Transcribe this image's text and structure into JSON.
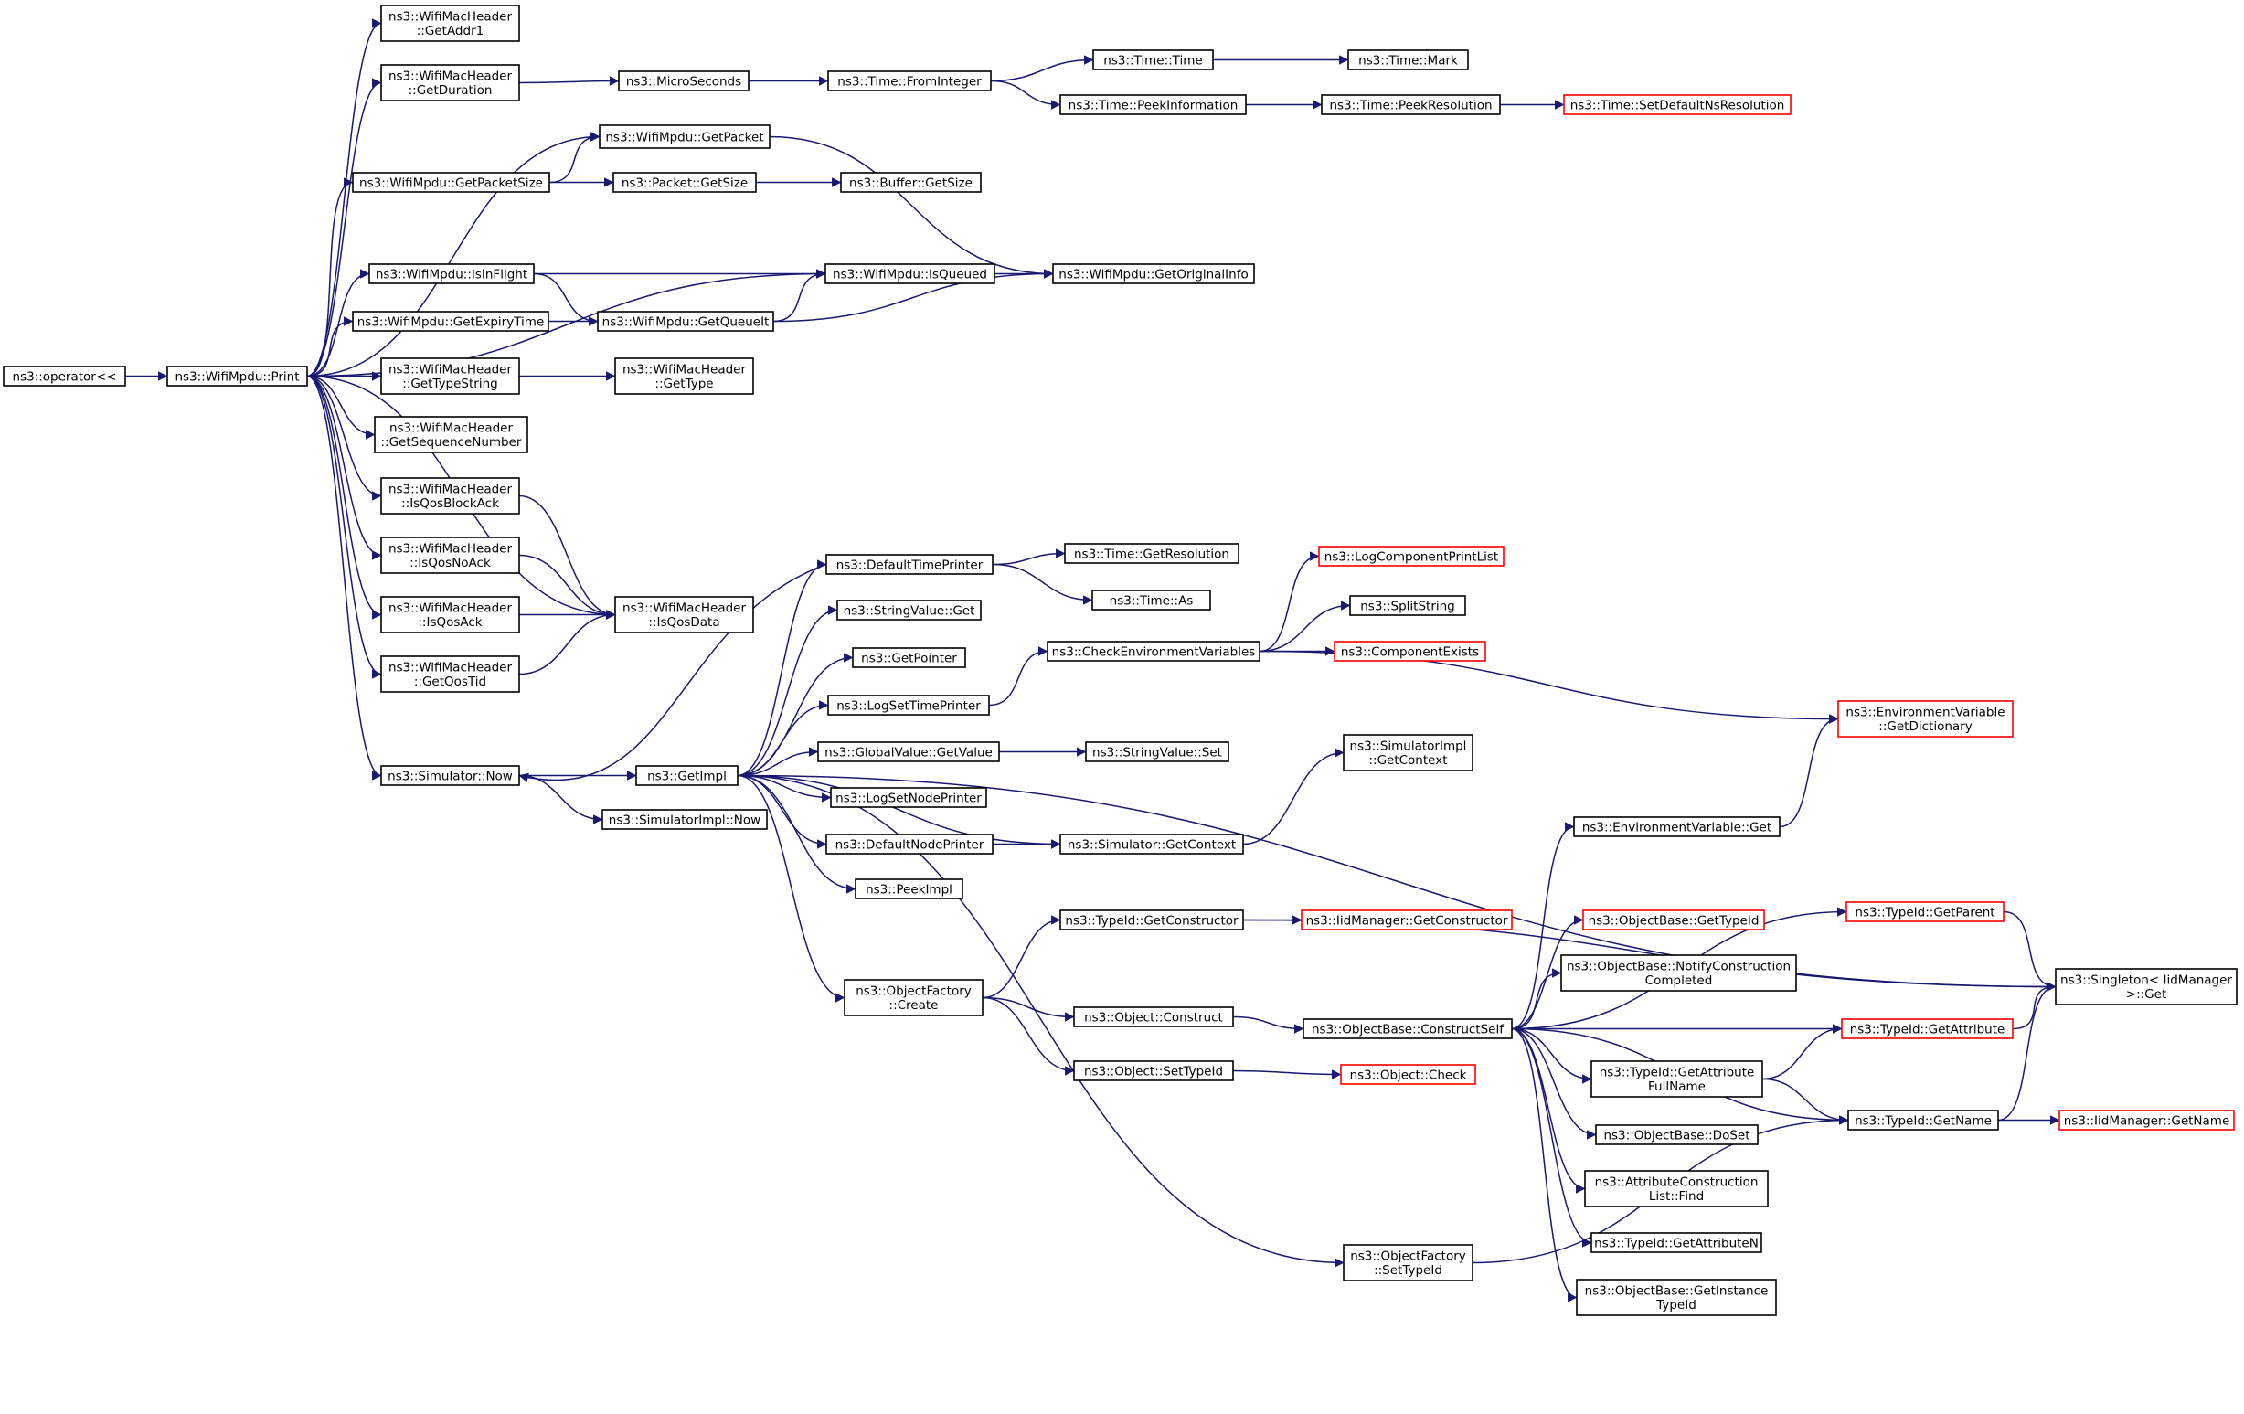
{
  "colors": {
    "edge": "#191970",
    "node_border": "#000000",
    "node_border_truncated": "#ff0000",
    "focus_fill": "#bfbfbf",
    "node_fill": "#ffffff"
  },
  "nodes": [
    {
      "id": "operator",
      "lines": [
        "ns3::operator<<"
      ],
      "style": "focus"
    },
    {
      "id": "print",
      "lines": [
        "ns3::WifiMpdu::Print"
      ],
      "style": "normal"
    },
    {
      "id": "getaddr1",
      "lines": [
        "ns3::WifiMacHeader",
        "::GetAddr1"
      ],
      "style": "normal"
    },
    {
      "id": "getduration",
      "lines": [
        "ns3::WifiMacHeader",
        "::GetDuration"
      ],
      "style": "normal"
    },
    {
      "id": "microseconds",
      "lines": [
        "ns3::MicroSeconds"
      ],
      "style": "normal"
    },
    {
      "id": "frominteger",
      "lines": [
        "ns3::Time::FromInteger"
      ],
      "style": "normal"
    },
    {
      "id": "timetime",
      "lines": [
        "ns3::Time::Time"
      ],
      "style": "normal"
    },
    {
      "id": "timemark",
      "lines": [
        "ns3::Time::Mark"
      ],
      "style": "normal"
    },
    {
      "id": "peekinfo",
      "lines": [
        "ns3::Time::PeekInformation"
      ],
      "style": "normal"
    },
    {
      "id": "peekres",
      "lines": [
        "ns3::Time::PeekResolution"
      ],
      "style": "normal"
    },
    {
      "id": "setdefaultns",
      "lines": [
        "ns3::Time::SetDefaultNsResolution"
      ],
      "style": "truncated"
    },
    {
      "id": "getpacket",
      "lines": [
        "ns3::WifiMpdu::GetPacket"
      ],
      "style": "normal"
    },
    {
      "id": "getpacketsize",
      "lines": [
        "ns3::WifiMpdu::GetPacketSize"
      ],
      "style": "normal"
    },
    {
      "id": "packetgetsize",
      "lines": [
        "ns3::Packet::GetSize"
      ],
      "style": "normal"
    },
    {
      "id": "buffergetsize",
      "lines": [
        "ns3::Buffer::GetSize"
      ],
      "style": "normal"
    },
    {
      "id": "isinflight",
      "lines": [
        "ns3::WifiMpdu::IsInFlight"
      ],
      "style": "normal"
    },
    {
      "id": "isqueued",
      "lines": [
        "ns3::WifiMpdu::IsQueued"
      ],
      "style": "normal"
    },
    {
      "id": "getoriginalinfo",
      "lines": [
        "ns3::WifiMpdu::GetOriginalInfo"
      ],
      "style": "normal"
    },
    {
      "id": "getexpirytime",
      "lines": [
        "ns3::WifiMpdu::GetExpiryTime"
      ],
      "style": "normal"
    },
    {
      "id": "getqueueit",
      "lines": [
        "ns3::WifiMpdu::GetQueueIt"
      ],
      "style": "normal"
    },
    {
      "id": "gettypestring",
      "lines": [
        "ns3::WifiMacHeader",
        "::GetTypeString"
      ],
      "style": "normal"
    },
    {
      "id": "gettype",
      "lines": [
        "ns3::WifiMacHeader",
        "::GetType"
      ],
      "style": "normal"
    },
    {
      "id": "getseqnum",
      "lines": [
        "ns3::WifiMacHeader",
        "::GetSequenceNumber"
      ],
      "style": "normal"
    },
    {
      "id": "isqosblockack",
      "lines": [
        "ns3::WifiMacHeader",
        "::IsQosBlockAck"
      ],
      "style": "normal"
    },
    {
      "id": "isqosnoack",
      "lines": [
        "ns3::WifiMacHeader",
        "::IsQosNoAck"
      ],
      "style": "normal"
    },
    {
      "id": "isqosack",
      "lines": [
        "ns3::WifiMacHeader",
        "::IsQosAck"
      ],
      "style": "normal"
    },
    {
      "id": "isqosdata",
      "lines": [
        "ns3::WifiMacHeader",
        "::IsQosData"
      ],
      "style": "normal"
    },
    {
      "id": "getqostid",
      "lines": [
        "ns3::WifiMacHeader",
        "::GetQosTid"
      ],
      "style": "normal"
    },
    {
      "id": "simnow",
      "lines": [
        "ns3::Simulator::Now"
      ],
      "style": "normal"
    },
    {
      "id": "getimpl",
      "lines": [
        "ns3::GetImpl"
      ],
      "style": "normal"
    },
    {
      "id": "simimplnow",
      "lines": [
        "ns3::SimulatorImpl::Now"
      ],
      "style": "normal"
    },
    {
      "id": "defaulttimeprinter",
      "lines": [
        "ns3::DefaultTimePrinter"
      ],
      "style": "normal"
    },
    {
      "id": "timegetres",
      "lines": [
        "ns3::Time::GetResolution"
      ],
      "style": "normal"
    },
    {
      "id": "timeas",
      "lines": [
        "ns3::Time::As"
      ],
      "style": "normal"
    },
    {
      "id": "stringvalueget",
      "lines": [
        "ns3::StringValue::Get"
      ],
      "style": "normal"
    },
    {
      "id": "getpointer",
      "lines": [
        "ns3::GetPointer"
      ],
      "style": "normal"
    },
    {
      "id": "logsettimeprinter",
      "lines": [
        "ns3::LogSetTimePrinter"
      ],
      "style": "normal"
    },
    {
      "id": "checkenv",
      "lines": [
        "ns3::CheckEnvironmentVariables"
      ],
      "style": "normal"
    },
    {
      "id": "logcomplist",
      "lines": [
        "ns3::LogComponentPrintList"
      ],
      "style": "truncated"
    },
    {
      "id": "splitstring",
      "lines": [
        "ns3::SplitString"
      ],
      "style": "normal"
    },
    {
      "id": "compexists",
      "lines": [
        "ns3::ComponentExists"
      ],
      "style": "truncated"
    },
    {
      "id": "envgetdict",
      "lines": [
        "ns3::EnvironmentVariable",
        "::GetDictionary"
      ],
      "style": "truncated"
    },
    {
      "id": "globalvalueget",
      "lines": [
        "ns3::GlobalValue::GetValue"
      ],
      "style": "normal"
    },
    {
      "id": "stringvalueset",
      "lines": [
        "ns3::StringValue::Set"
      ],
      "style": "normal"
    },
    {
      "id": "logsetnodeprinter",
      "lines": [
        "ns3::LogSetNodePrinter"
      ],
      "style": "normal"
    },
    {
      "id": "defaultnodeprinter",
      "lines": [
        "ns3::DefaultNodePrinter"
      ],
      "style": "normal"
    },
    {
      "id": "simgetcontext",
      "lines": [
        "ns3::Simulator::GetContext"
      ],
      "style": "normal"
    },
    {
      "id": "simimplgetcontext",
      "lines": [
        "ns3::SimulatorImpl",
        "::GetContext"
      ],
      "style": "normal"
    },
    {
      "id": "peekimpl",
      "lines": [
        "ns3::PeekImpl"
      ],
      "style": "normal"
    },
    {
      "id": "envget",
      "lines": [
        "ns3::EnvironmentVariable::Get"
      ],
      "style": "normal"
    },
    {
      "id": "typeidgetctor",
      "lines": [
        "ns3::TypeId::GetConstructor"
      ],
      "style": "normal"
    },
    {
      "id": "iidmgrgetctor",
      "lines": [
        "ns3::IidManager::GetConstructor"
      ],
      "style": "truncated"
    },
    {
      "id": "objbasegettypeid",
      "lines": [
        "ns3::ObjectBase::GetTypeId"
      ],
      "style": "truncated"
    },
    {
      "id": "typeidgetparent",
      "lines": [
        "ns3::TypeId::GetParent"
      ],
      "style": "truncated"
    },
    {
      "id": "objfactorycreate",
      "lines": [
        "ns3::ObjectFactory",
        "::Create"
      ],
      "style": "normal"
    },
    {
      "id": "notifyconstr",
      "lines": [
        "ns3::ObjectBase::NotifyConstruction",
        "Completed"
      ],
      "style": "normal"
    },
    {
      "id": "singletonget",
      "lines": [
        "ns3::Singleton< IidManager",
        " >::Get"
      ],
      "style": "normal"
    },
    {
      "id": "objconstruct",
      "lines": [
        "ns3::Object::Construct"
      ],
      "style": "normal"
    },
    {
      "id": "constructself",
      "lines": [
        "ns3::ObjectBase::ConstructSelf"
      ],
      "style": "normal"
    },
    {
      "id": "typeidgetattr",
      "lines": [
        "ns3::TypeId::GetAttribute"
      ],
      "style": "truncated"
    },
    {
      "id": "objsettypeid",
      "lines": [
        "ns3::Object::SetTypeId"
      ],
      "style": "normal"
    },
    {
      "id": "objcheck",
      "lines": [
        "ns3::Object::Check"
      ],
      "style": "truncated"
    },
    {
      "id": "getattrfullname",
      "lines": [
        "ns3::TypeId::GetAttribute",
        "FullName"
      ],
      "style": "normal"
    },
    {
      "id": "typeidgetname",
      "lines": [
        "ns3::TypeId::GetName"
      ],
      "style": "normal"
    },
    {
      "id": "iidmgrgetname",
      "lines": [
        "ns3::IidManager::GetName"
      ],
      "style": "truncated"
    },
    {
      "id": "objbasedoset",
      "lines": [
        "ns3::ObjectBase::DoSet"
      ],
      "style": "normal"
    },
    {
      "id": "attrconstrfind",
      "lines": [
        "ns3::AttributeConstruction",
        "List::Find"
      ],
      "style": "normal"
    },
    {
      "id": "typeidgetattrn",
      "lines": [
        "ns3::TypeId::GetAttributeN"
      ],
      "style": "normal"
    },
    {
      "id": "objfactorysettypeid",
      "lines": [
        "ns3::ObjectFactory",
        "::SetTypeId"
      ],
      "style": "normal"
    },
    {
      "id": "getinstancetypeid",
      "lines": [
        "ns3::ObjectBase::GetInstance",
        "TypeId"
      ],
      "style": "normal"
    }
  ],
  "edges": [
    [
      "operator",
      "print"
    ],
    [
      "print",
      "getaddr1"
    ],
    [
      "print",
      "getduration"
    ],
    [
      "print",
      "getpacket"
    ],
    [
      "print",
      "getpacketsize"
    ],
    [
      "print",
      "isqueued"
    ],
    [
      "print",
      "isinflight"
    ],
    [
      "print",
      "getexpirytime"
    ],
    [
      "print",
      "gettypestring"
    ],
    [
      "print",
      "getseqnum"
    ],
    [
      "print",
      "isqosblockack"
    ],
    [
      "print",
      "isqosnoack"
    ],
    [
      "print",
      "isqosack"
    ],
    [
      "print",
      "getqostid"
    ],
    [
      "print",
      "isqosdata"
    ],
    [
      "print",
      "simnow"
    ],
    [
      "getduration",
      "microseconds"
    ],
    [
      "microseconds",
      "frominteger"
    ],
    [
      "frominteger",
      "timetime"
    ],
    [
      "frominteger",
      "peekinfo"
    ],
    [
      "timetime",
      "timemark"
    ],
    [
      "peekinfo",
      "peekres"
    ],
    [
      "peekres",
      "setdefaultns"
    ],
    [
      "getpacket",
      "getoriginalinfo"
    ],
    [
      "getpacketsize",
      "getpacket"
    ],
    [
      "getpacketsize",
      "packetgetsize"
    ],
    [
      "packetgetsize",
      "buffergetsize"
    ],
    [
      "isinflight",
      "isqueued"
    ],
    [
      "isinflight",
      "getqueueit"
    ],
    [
      "isqueued",
      "getoriginalinfo"
    ],
    [
      "getexpirytime",
      "getqueueit"
    ],
    [
      "getqueueit",
      "isqueued"
    ],
    [
      "getqueueit",
      "getoriginalinfo"
    ],
    [
      "gettypestring",
      "gettype"
    ],
    [
      "isqosblockack",
      "isqosdata"
    ],
    [
      "isqosnoack",
      "isqosdata"
    ],
    [
      "isqosack",
      "isqosdata"
    ],
    [
      "getqostid",
      "isqosdata"
    ],
    [
      "simnow",
      "getimpl"
    ],
    [
      "simnow",
      "simimplnow"
    ],
    [
      "getimpl",
      "defaulttimeprinter"
    ],
    [
      "getimpl",
      "stringvalueget"
    ],
    [
      "getimpl",
      "getpointer"
    ],
    [
      "getimpl",
      "logsettimeprinter"
    ],
    [
      "getimpl",
      "globalvalueget"
    ],
    [
      "getimpl",
      "logsetnodeprinter"
    ],
    [
      "getimpl",
      "defaultnodeprinter"
    ],
    [
      "getimpl",
      "peekimpl"
    ],
    [
      "getimpl",
      "simgetcontext"
    ],
    [
      "getimpl",
      "objfactorycreate"
    ],
    [
      "getimpl",
      "objfactorysettypeid"
    ],
    [
      "getimpl",
      "singletonget"
    ],
    [
      "defaulttimeprinter",
      "timegetres"
    ],
    [
      "defaulttimeprinter",
      "timeas"
    ],
    [
      "defaulttimeprinter",
      "simnow"
    ],
    [
      "logsettimeprinter",
      "checkenv"
    ],
    [
      "checkenv",
      "logcomplist"
    ],
    [
      "checkenv",
      "splitstring"
    ],
    [
      "checkenv",
      "compexists"
    ],
    [
      "checkenv",
      "envgetdict"
    ],
    [
      "globalvalueget",
      "stringvalueset"
    ],
    [
      "defaultnodeprinter",
      "simgetcontext"
    ],
    [
      "simgetcontext",
      "simimplgetcontext"
    ],
    [
      "envget",
      "envgetdict"
    ],
    [
      "objfactorycreate",
      "typeidgetctor"
    ],
    [
      "objfactorycreate",
      "objconstruct"
    ],
    [
      "objfactorycreate",
      "objsettypeid"
    ],
    [
      "typeidgetctor",
      "iidmgrgetctor"
    ],
    [
      "typeidgetctor",
      "singletonget"
    ],
    [
      "objconstruct",
      "constructself"
    ],
    [
      "objsettypeid",
      "objcheck"
    ],
    [
      "constructself",
      "envget"
    ],
    [
      "constructself",
      "objbasegettypeid"
    ],
    [
      "constructself",
      "typeidgetparent"
    ],
    [
      "constructself",
      "notifyconstr"
    ],
    [
      "constructself",
      "typeidgetattr"
    ],
    [
      "constructself",
      "getattrfullname"
    ],
    [
      "constructself",
      "objbasedoset"
    ],
    [
      "constructself",
      "attrconstrfind"
    ],
    [
      "constructself",
      "typeidgetattrn"
    ],
    [
      "constructself",
      "getinstancetypeid"
    ],
    [
      "constructself",
      "typeidgetname"
    ],
    [
      "typeidgetparent",
      "singletonget"
    ],
    [
      "typeidgetattr",
      "singletonget"
    ],
    [
      "getattrfullname",
      "typeidgetattr"
    ],
    [
      "getattrfullname",
      "typeidgetname"
    ],
    [
      "typeidgetname",
      "iidmgrgetname"
    ],
    [
      "typeidgetname",
      "singletonget"
    ],
    [
      "objfactorysettypeid",
      "typeidgetname"
    ]
  ]
}
